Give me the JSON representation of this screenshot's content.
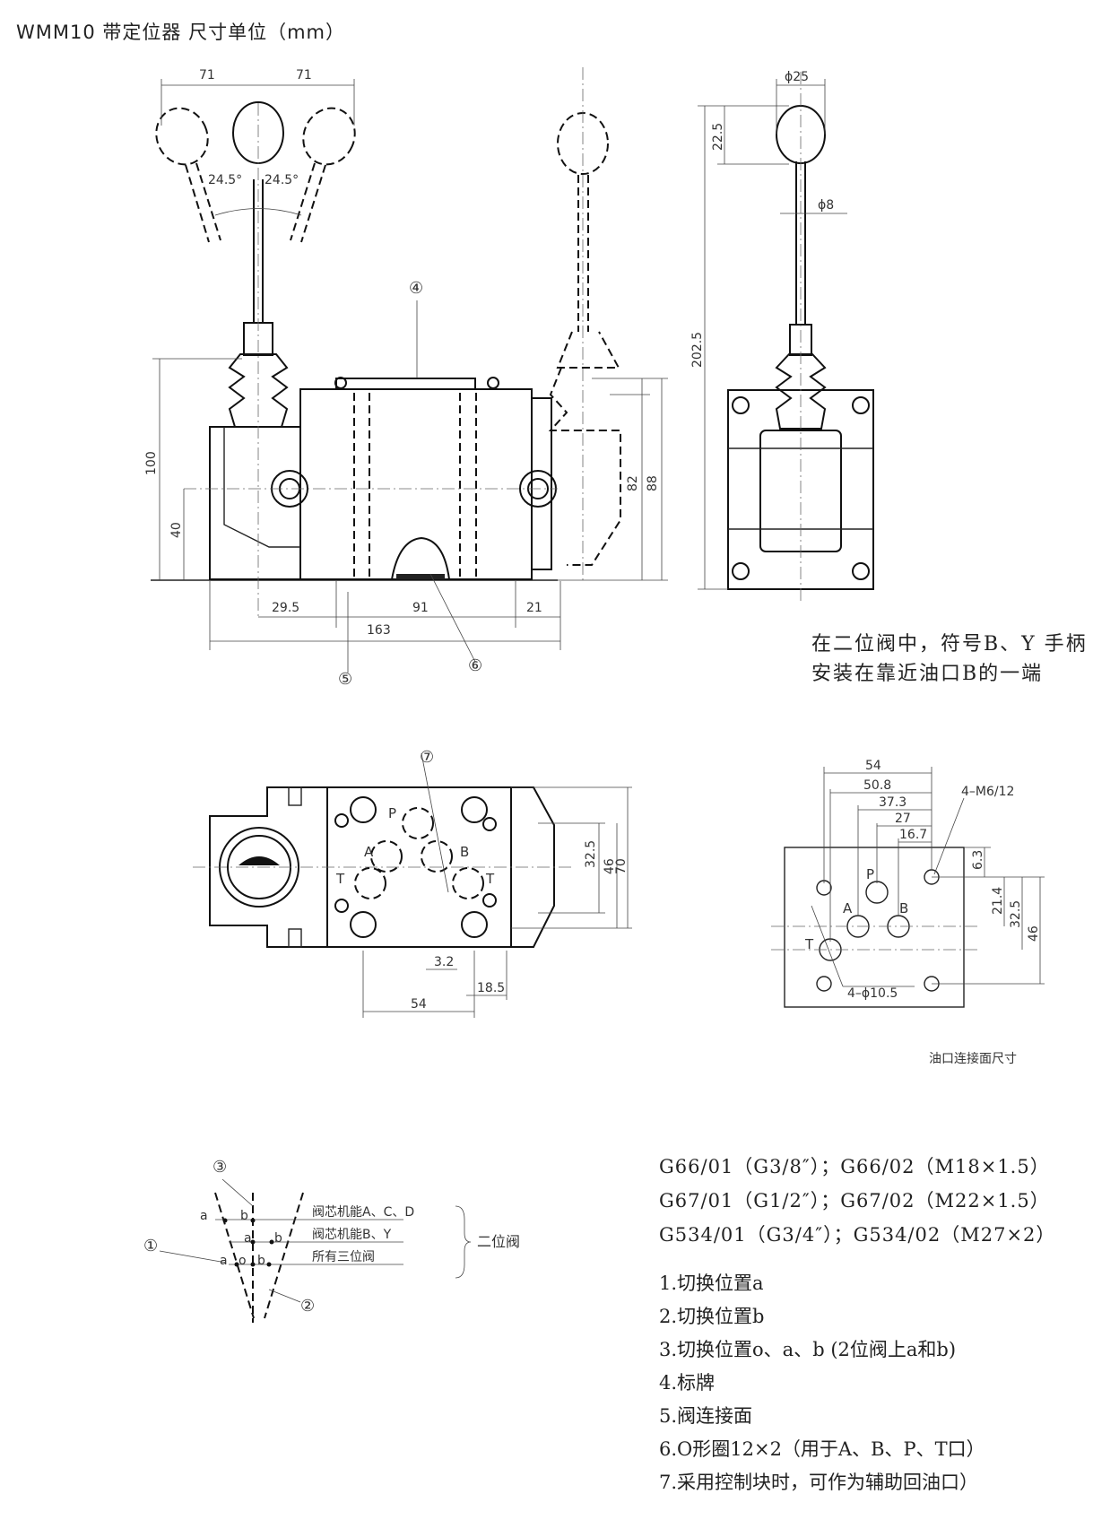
{
  "title": "WMM10  带定位器      尺寸单位（mm）",
  "dims": {
    "d71a": "71",
    "d71b": "71",
    "a245a": "24.5°",
    "a245b": "24.5°",
    "d100": "100",
    "d40": "40",
    "d295": "29.5",
    "d91": "91",
    "d21": "21",
    "d163": "163",
    "d82": "82",
    "d88": "88",
    "phi25": "ϕ25",
    "d225": "22.5",
    "phi8": "ϕ8",
    "d2025": "202.5",
    "d325a": "32.5",
    "d46a": "46",
    "d70": "70",
    "d32": "3.2",
    "d185": "18.5",
    "d54a": "54",
    "d54b": "54",
    "d508": "50.8",
    "d373": "37.3",
    "d27": "27",
    "d167": "16.7",
    "m612": "4–M6/12",
    "d63": "6.3",
    "d214": "21.4",
    "d325b": "32.5",
    "d46b": "46",
    "phi105": "4–ϕ10.5"
  },
  "callouts": {
    "c1": "①",
    "c2": "②",
    "c3": "③",
    "c4": "④",
    "c5": "⑤",
    "c6": "⑥",
    "c7": "⑦"
  },
  "ports": {
    "P": "P",
    "A": "A",
    "B": "B",
    "T": "T"
  },
  "positions": {
    "a1": "a",
    "b1": "b",
    "a2": "a",
    "b2": "b",
    "a3": "a",
    "o": "o",
    "b3": "b",
    "row1": "阀芯机能A、C、D",
    "row2": "阀芯机能B、Y",
    "row3": "所有三位阀",
    "group": "二位阀"
  },
  "note": [
    "在二位阀中，符号B、Y 手柄",
    "安装在靠近油口B的一端"
  ],
  "caption": "油口连接面尺寸",
  "codes": [
    "G66/01（G3/8″）；G66/02（M18×1.5）",
    "G67/01（G1/2″）；G67/02（M22×1.5）",
    "G534/01（G3/4″）；G534/02（M27×2）"
  ],
  "legend": [
    "1.切换位置a",
    "2.切换位置b",
    "3.切换位置o、a、b (2位阀上a和b)",
    "4.标牌",
    "5.阀连接面",
    "6.O形圈12×2（用于A、B、P、T口）",
    "7.采用控制块时，可作为辅助回油口）"
  ]
}
